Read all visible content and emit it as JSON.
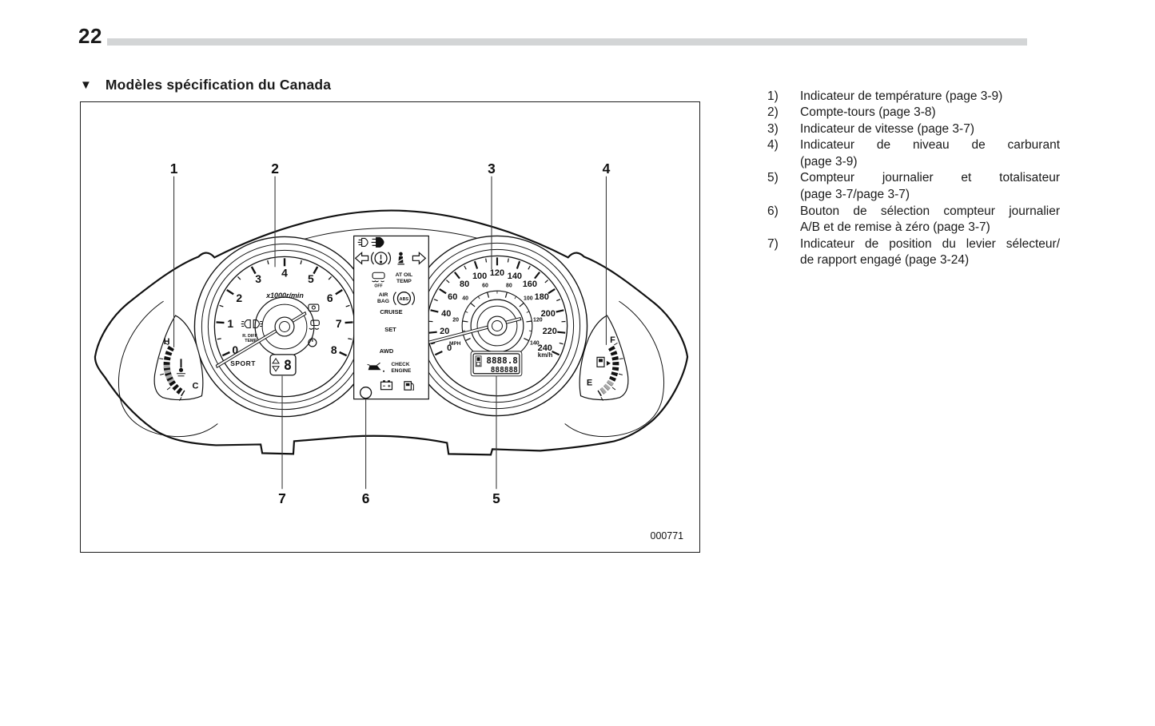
{
  "page": {
    "number": "22"
  },
  "section": {
    "marker": "▼",
    "title": "Modèles spécification du Canada"
  },
  "figure": {
    "code": "000771",
    "callouts": {
      "c1": "1",
      "c2": "2",
      "c3": "3",
      "c4": "4",
      "c5": "5",
      "c6": "6",
      "c7": "7"
    },
    "tach": {
      "numbers": [
        "0",
        "1",
        "2",
        "3",
        "4",
        "5",
        "6",
        "7",
        "8"
      ],
      "unit": "x1000r/min",
      "sport_label": "SPORT",
      "rdiff_line1": "R. DIFF",
      "rdiff_line2": "TEMP",
      "gear_digit": "8"
    },
    "speedo": {
      "kmh_numbers": [
        "0",
        "20",
        "40",
        "60",
        "80",
        "100",
        "120",
        "140",
        "160",
        "180",
        "200",
        "220",
        "240"
      ],
      "mph_numbers": [
        "20",
        "40",
        "60",
        "80",
        "100",
        "120",
        "140"
      ],
      "kmh_unit": "km/h",
      "mph_unit": "MPH",
      "odometer_top": "8888.8",
      "odometer_bottom": "888888"
    },
    "panel": {
      "vdc_off": "OFF",
      "at_oil_line1": "AT OIL",
      "at_oil_line2": "TEMP",
      "airbag_line1": "AIR",
      "airbag_line2": "BAG",
      "abs_label": "ABS",
      "cruise": "CRUISE",
      "set": "SET",
      "awd": "AWD",
      "check_line1": "CHECK",
      "check_line2": "ENGINE"
    },
    "temp_gauge": {
      "hot": "H",
      "cold": "C"
    },
    "fuel_gauge": {
      "full": "F",
      "empty": "E"
    }
  },
  "legend": {
    "items": [
      {
        "num": "1)",
        "lines": [
          "Indicateur de température (page 3-9)",
          ""
        ]
      },
      {
        "num": "2)",
        "lines": [
          "Compte-tours (page 3-8)",
          ""
        ]
      },
      {
        "num": "3)",
        "lines": [
          "Indicateur de vitesse (page 3-7)",
          ""
        ]
      },
      {
        "num": "4)",
        "lines": [
          "Indicateur de niveau de carburant",
          "(page 3-9)"
        ]
      },
      {
        "num": "5)",
        "lines": [
          "Compteur journalier et totalisateur",
          "(page 3-7/page 3-7)"
        ]
      },
      {
        "num": "6)",
        "lines": [
          "Bouton de sélection compteur journalier",
          "A/B et de remise à zéro (page 3-7)"
        ]
      },
      {
        "num": "7)",
        "lines": [
          "Indicateur de position du levier sélecteur/",
          "de rapport engagé (page 3-24)"
        ]
      }
    ]
  }
}
